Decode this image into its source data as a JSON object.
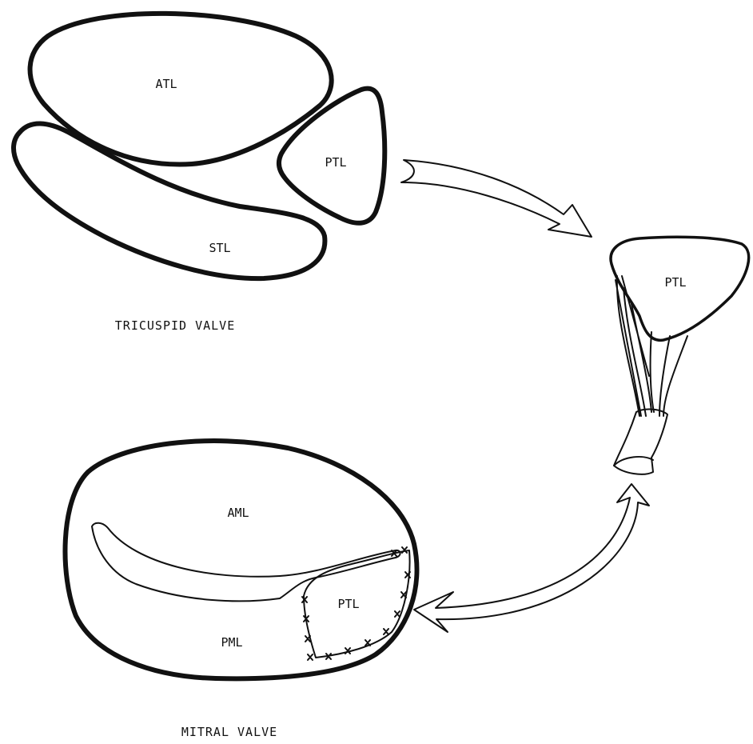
{
  "tricuspid": {
    "leaflets": {
      "anterior": "ATL",
      "posterior": "PTL",
      "septal": "STL"
    },
    "caption": "TRICUSPID VALVE"
  },
  "excised_leaflet": {
    "label": "PTL"
  },
  "mitral": {
    "leaflets": {
      "anterior": "AML",
      "posterior": "PML",
      "transplanted": "PTL"
    },
    "caption": "MITRAL VALVE"
  }
}
